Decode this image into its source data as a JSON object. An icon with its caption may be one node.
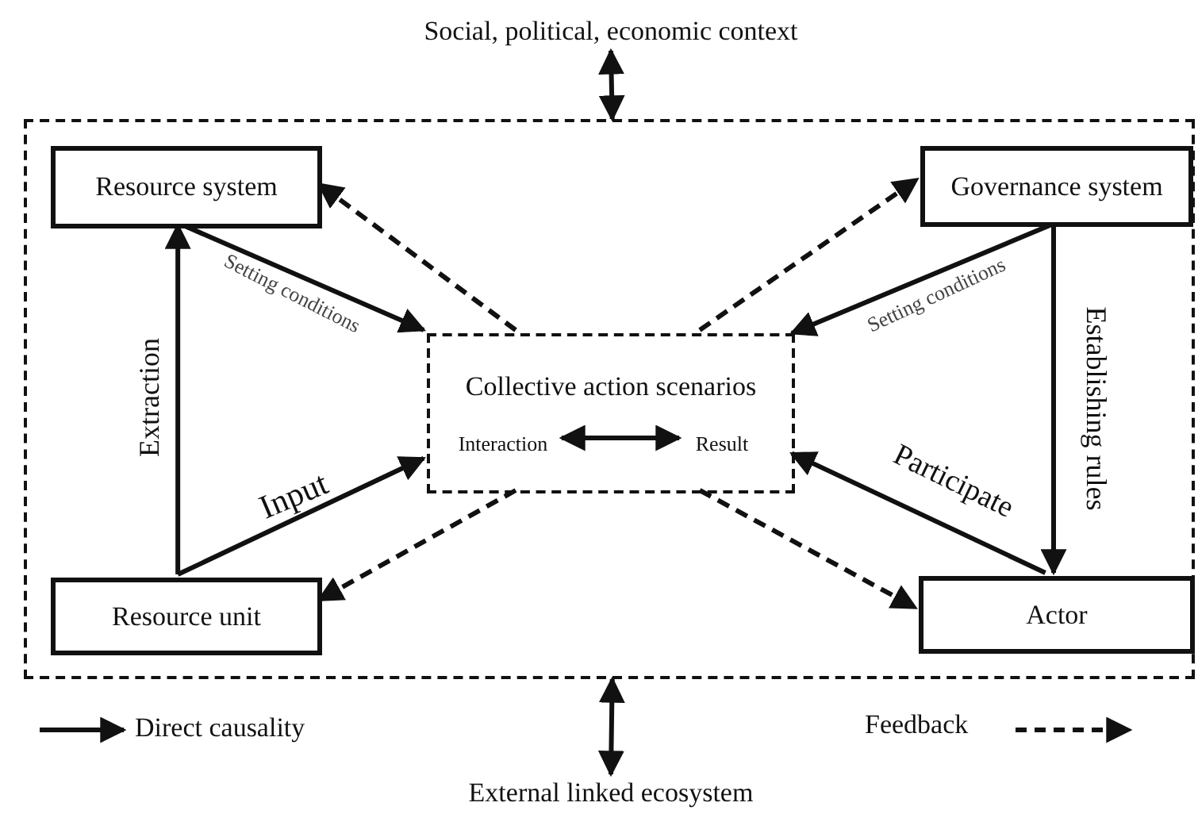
{
  "diagram": {
    "nodes": [
      {
        "text": [
          "Social, political, economic context"
        ]
      },
      {
        "text": [],
        "shape": "box"
      },
      {
        "text": [
          "Resource system"
        ],
        "in": 1
      },
      {
        "text": [
          "Governance system"
        ],
        "in": 1
      },
      {
        "text": [
          "Collective action scenarios"
        ],
        "in": 1
      },
      {
        "text": [
          "Interaction"
        ],
        "in": 4
      },
      {
        "text": [
          "Result"
        ],
        "in": 4
      },
      {
        "text": [
          "Resource unit"
        ],
        "in": 1
      },
      {
        "text": [
          "Actor"
        ],
        "in": 1
      },
      {
        "text": [
          "External linked ecosystem"
        ]
      }
    ],
    "edges": [
      {
        "from": 0,
        "to": 1,
        "arrow": "both"
      },
      {
        "from": 5,
        "to": 6,
        "arrow": "both"
      },
      {
        "from": 7,
        "to": 2,
        "arrow": "to",
        "label": "Extraction"
      },
      {
        "from": 2,
        "to": 4,
        "arrow": "to",
        "label": "Setting conditions"
      },
      {
        "from": 7,
        "to": 4,
        "arrow": "to",
        "label": "Input"
      },
      {
        "from": 3,
        "to": 4,
        "arrow": "to",
        "label": "Setting conditions"
      },
      {
        "from": 3,
        "to": 8,
        "arrow": "to",
        "label": "Establishing rules"
      },
      {
        "from": 8,
        "to": 4,
        "arrow": "to",
        "label": "Participate"
      },
      {
        "from": 4,
        "to": 2,
        "arrow": "to",
        "style": "dashed"
      },
      {
        "from": 4,
        "to": 3,
        "arrow": "to",
        "style": "dashed"
      },
      {
        "from": 4,
        "to": 7,
        "arrow": "to",
        "style": "dashed"
      },
      {
        "from": 4,
        "to": 8,
        "arrow": "to",
        "style": "dashed"
      },
      {
        "from": 9,
        "to": 1,
        "arrow": "both"
      }
    ],
    "legend": [
      {
        "text": "Direct causality"
      },
      {
        "text": "Feedback"
      }
    ]
  }
}
